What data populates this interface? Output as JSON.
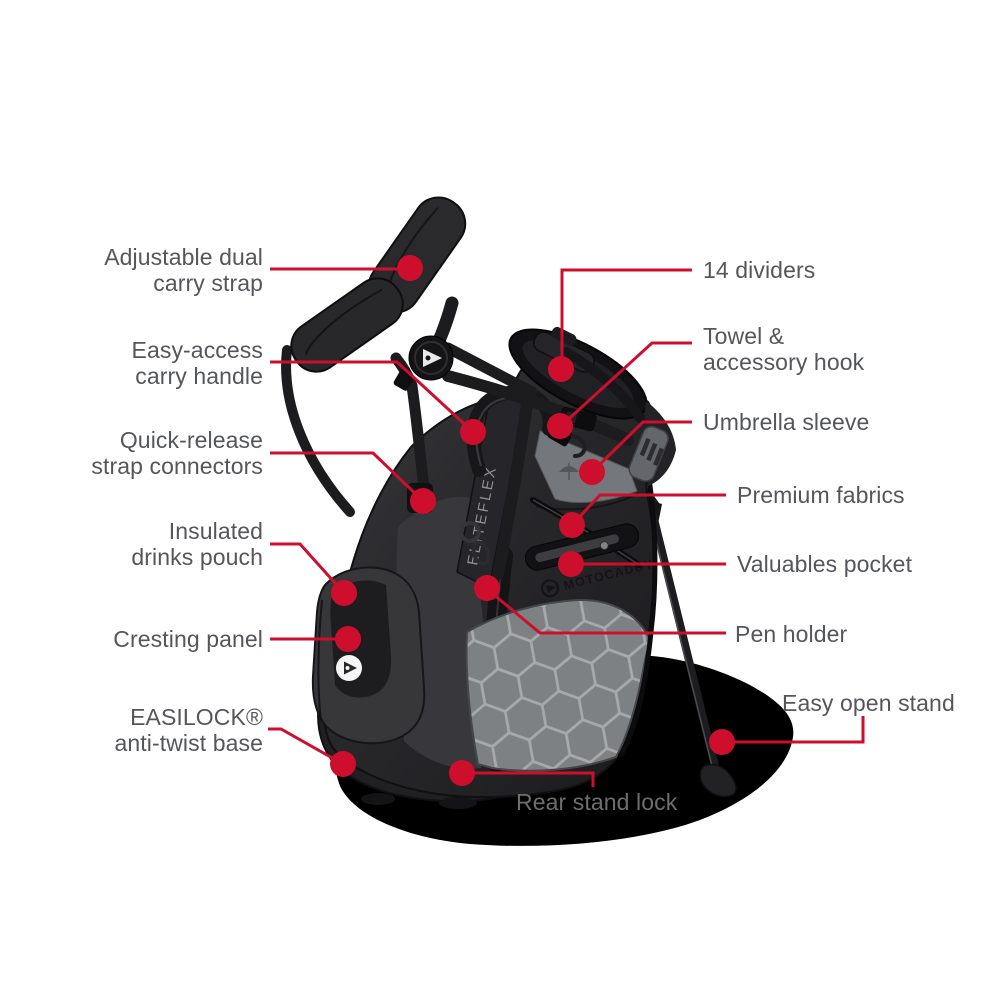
{
  "product": {
    "kind": "golf-stand-bag-feature-diagram",
    "brand": "MOTOCADDY",
    "model": "ELITEFLEX"
  },
  "style": {
    "accent_red": "#ce0e2d",
    "label_color": "#54565a",
    "muted_label_color": "#6e6e6e"
  },
  "callouts": {
    "left": [
      {
        "id": "adjustable-dual-carry-strap",
        "lines": [
          "Adjustable dual",
          "carry strap"
        ]
      },
      {
        "id": "easy-access-carry-handle",
        "lines": [
          "Easy-access",
          "carry handle"
        ]
      },
      {
        "id": "quick-release-strap-connectors",
        "lines": [
          "Quick-release",
          "strap connectors"
        ]
      },
      {
        "id": "insulated-drinks-pouch",
        "lines": [
          "Insulated",
          "drinks pouch"
        ]
      },
      {
        "id": "cresting-panel",
        "lines": [
          "Cresting panel"
        ]
      },
      {
        "id": "easilock-anti-twist-base",
        "lines": [
          "EASILOCK®",
          "anti-twist base"
        ]
      }
    ],
    "right": [
      {
        "id": "14-dividers",
        "lines": [
          "14 dividers"
        ]
      },
      {
        "id": "towel-accessory-hook",
        "lines": [
          "Towel &",
          "accessory hook"
        ]
      },
      {
        "id": "umbrella-sleeve",
        "lines": [
          "Umbrella sleeve"
        ]
      },
      {
        "id": "premium-fabrics",
        "lines": [
          "Premium fabrics"
        ]
      },
      {
        "id": "valuables-pocket",
        "lines": [
          "Valuables pocket"
        ]
      },
      {
        "id": "pen-holder",
        "lines": [
          "Pen holder"
        ]
      },
      {
        "id": "easy-open-stand",
        "lines": [
          "Easy open stand"
        ]
      }
    ],
    "bottom": [
      {
        "id": "rear-stand-lock",
        "lines": [
          "Rear stand lock"
        ]
      }
    ]
  }
}
